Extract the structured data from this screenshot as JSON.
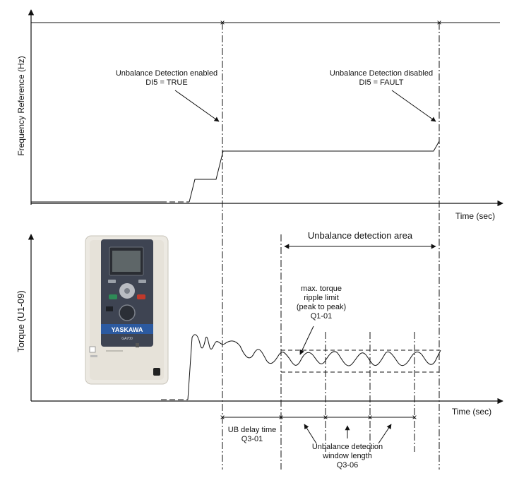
{
  "top_chart": {
    "ylabel": "Frequency Reference (Hz)",
    "xlabel": "Time (sec)",
    "annotation_enabled": {
      "line1": "Unbalance Detection enabled",
      "line2": "DI5 = TRUE"
    },
    "annotation_disabled": {
      "line1": "Unbalance Detection disabled",
      "line2": "DI5 = FAULT"
    }
  },
  "bottom_chart": {
    "ylabel": "Torque (U1-09)",
    "xlabel": "Time (sec)",
    "detection_area": "Unbalance detection area",
    "ripple_limit": {
      "line1": "max. torque",
      "line2": "ripple limit",
      "line3": "(peak to peak)",
      "line4": "Q1-01"
    },
    "delay": {
      "line1": "UB delay time",
      "line2": "Q3-01"
    },
    "window": {
      "line1": "Unbalance  detection",
      "line2": "window length",
      "line3": "Q3-06"
    }
  },
  "device": {
    "brand": "YASKAWA",
    "model": "GA700"
  },
  "colors": {
    "line": "#111111",
    "device_body": "#e9e6df",
    "device_panel": "#3e4452",
    "keypad_green": "#2e8b57",
    "keypad_red": "#c0392b"
  }
}
